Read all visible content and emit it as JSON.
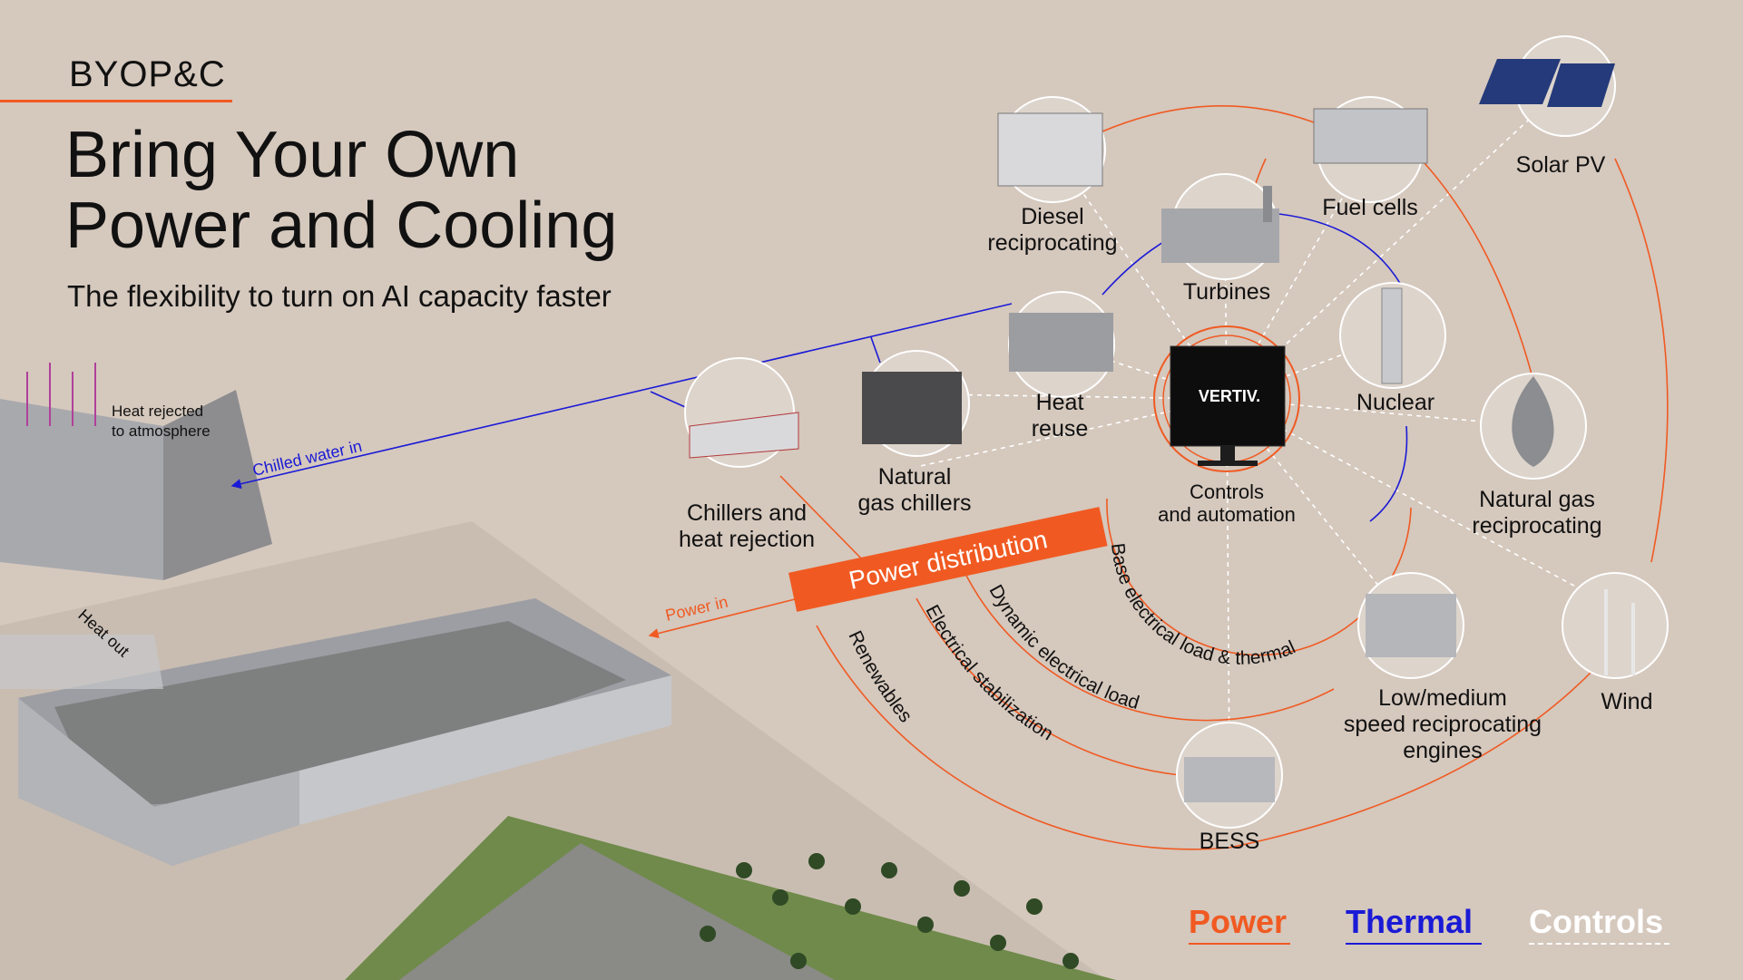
{
  "brand": "BYOP&C",
  "title": "Bring Your Own\nPower and Cooling",
  "subtitle": "The flexibility to turn on AI capacity faster",
  "center": {
    "monitor_text": "VERTIV.",
    "label": "Controls\nand automation"
  },
  "nodes": {
    "diesel": "Diesel\nreciprocating",
    "fuel_cells": "Fuel cells",
    "solar": "Solar PV",
    "turbines": "Turbines",
    "heat_reuse": "Heat\nreuse",
    "nuclear": "Nuclear",
    "natural_gas_chillers": "Natural\ngas chillers",
    "chillers": "Chillers and\nheat rejection",
    "natural_gas_recip": "Natural gas\nreciprocating",
    "engines": "Low/medium\nspeed reciprocating\nengines",
    "wind": "Wind",
    "bess": "BESS"
  },
  "arcs": {
    "power_distribution": "Power distribution",
    "base": "Base electrical  load & thermal",
    "dynamic": "Dynamic electrical load",
    "stabilization": "Electrical stabilization",
    "renewables": "Renewables"
  },
  "flows": {
    "chilled_water": "Chilled water in",
    "power_in": "Power in",
    "heat_out": "Heat out",
    "heat_rejected": "Heat rejected\nto atmosphere"
  },
  "legend": {
    "power": "Power",
    "thermal": "Thermal",
    "controls": "Controls",
    "power_color": "#f05a22",
    "thermal_color": "#1a1ad6",
    "controls_color": "#ffffff"
  }
}
